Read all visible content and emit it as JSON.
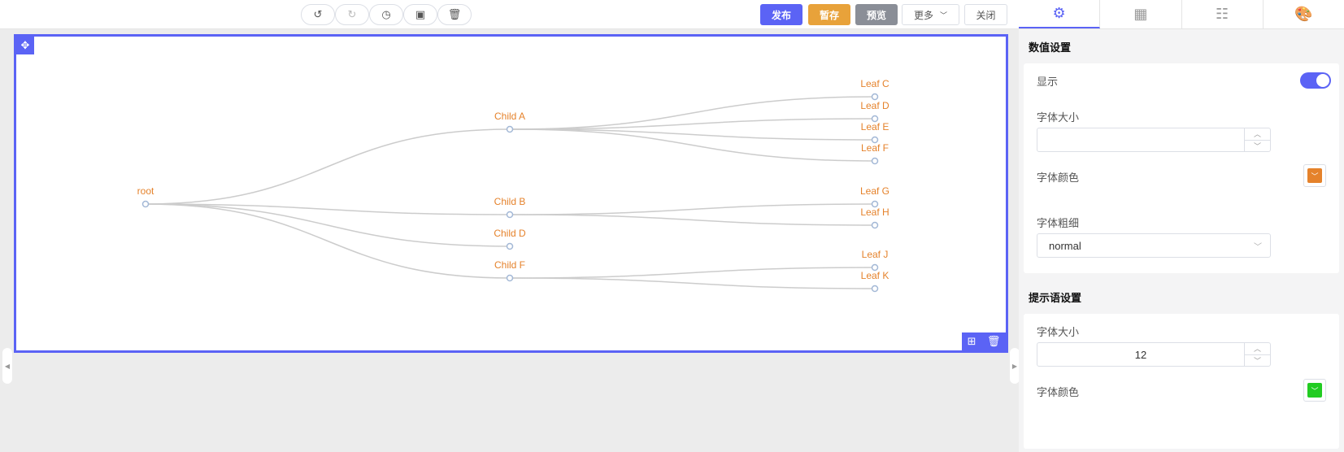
{
  "toolbar": {
    "history_icons": [
      "undo-icon",
      "redo-icon",
      "history-icon",
      "clear-icon",
      "delete-icon"
    ],
    "publish": "发布",
    "save_draft": "暂存",
    "preview": "预览",
    "more": "更多",
    "close": "关闭"
  },
  "colors": {
    "accent": "#5b63f5",
    "draft": "#e8a23a",
    "preview": "#8a8e97",
    "label": "#e5822b",
    "edge": "#cccccc",
    "node": "#a3b8d6"
  },
  "tree": {
    "name": "root",
    "children": [
      {
        "name": "Child A",
        "children": [
          {
            "name": "Leaf C"
          },
          {
            "name": "Leaf D"
          },
          {
            "name": "Leaf E"
          },
          {
            "name": "Leaf F"
          }
        ]
      },
      {
        "name": "Child B",
        "children": [
          {
            "name": "Leaf G"
          },
          {
            "name": "Leaf H"
          }
        ]
      },
      {
        "name": "Child D"
      },
      {
        "name": "Child F",
        "children": [
          {
            "name": "Leaf J"
          },
          {
            "name": "Leaf K"
          }
        ]
      }
    ]
  },
  "sidebar": {
    "tabs": [
      "settings-icon",
      "components-icon",
      "form-icon",
      "palette-icon"
    ],
    "value_section": "数值设置",
    "show_label": "显示",
    "show_on": true,
    "font_size_label": "字体大小",
    "font_size_value": "",
    "font_color_label": "字体颜色",
    "font_color": "#e5822b",
    "font_weight_label": "字体粗细",
    "font_weight_value": "normal",
    "tooltip_section": "提示语设置",
    "tip_font_size_label": "字体大小",
    "tip_font_size_value": "12",
    "tip_font_color_label": "字体颜色",
    "tip_font_color": "#22cc22"
  }
}
